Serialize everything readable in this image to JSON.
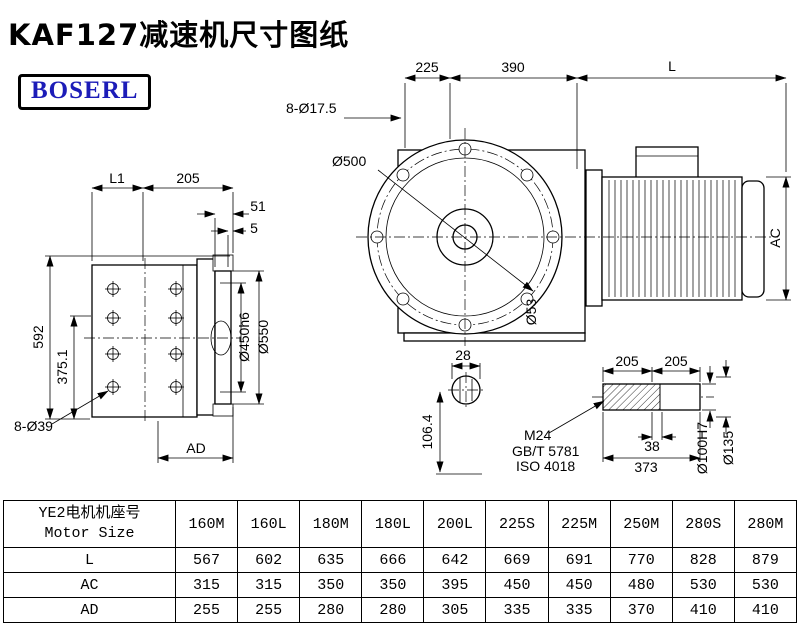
{
  "page": {
    "title": "KAF127减速机尺寸图纸",
    "logo": "BOSERL"
  },
  "drawing": {
    "front": {
      "dim_225": "225",
      "dim_390": "390",
      "dim_L": "L",
      "bolt_holes": "8-Ø17.5",
      "flange_dia": "Ø500",
      "shaft_dia": "Ø53",
      "dim_AC": "AC"
    },
    "side": {
      "dim_L1": "L1",
      "dim_205": "205",
      "dim_51": "51",
      "dim_5": "5",
      "dim_592": "592",
      "dim_375": "375.1",
      "bolt_holes": "8-Ø39",
      "dim_AD": "AD",
      "spigot_dia": "Ø450h6",
      "flange_dia": "Ø550"
    },
    "section": {
      "dim_28": "28",
      "dim_106": "106.4"
    },
    "shaft": {
      "dim_205a": "205",
      "dim_205b": "205",
      "dim_38": "38",
      "dim_373": "373",
      "thread": "M24",
      "standard_gb": "GB/T 5781",
      "standard_iso": "ISO 4018",
      "bore_dia": "Ø100H7",
      "hub_dia": "Ø135"
    }
  },
  "table": {
    "header": {
      "line1": "YE2电机机座号",
      "line2": "Motor Size"
    },
    "columns": [
      "160M",
      "160L",
      "180M",
      "180L",
      "200L",
      "225S",
      "225M",
      "250M",
      "280S",
      "280M"
    ],
    "rows": [
      {
        "label": "L",
        "values": [
          "567",
          "602",
          "635",
          "666",
          "642",
          "669",
          "691",
          "770",
          "828",
          "879"
        ]
      },
      {
        "label": "AC",
        "values": [
          "315",
          "315",
          "350",
          "350",
          "395",
          "450",
          "450",
          "480",
          "530",
          "530"
        ]
      },
      {
        "label": "AD",
        "values": [
          "255",
          "255",
          "280",
          "280",
          "305",
          "335",
          "335",
          "370",
          "410",
          "410"
        ]
      }
    ]
  }
}
